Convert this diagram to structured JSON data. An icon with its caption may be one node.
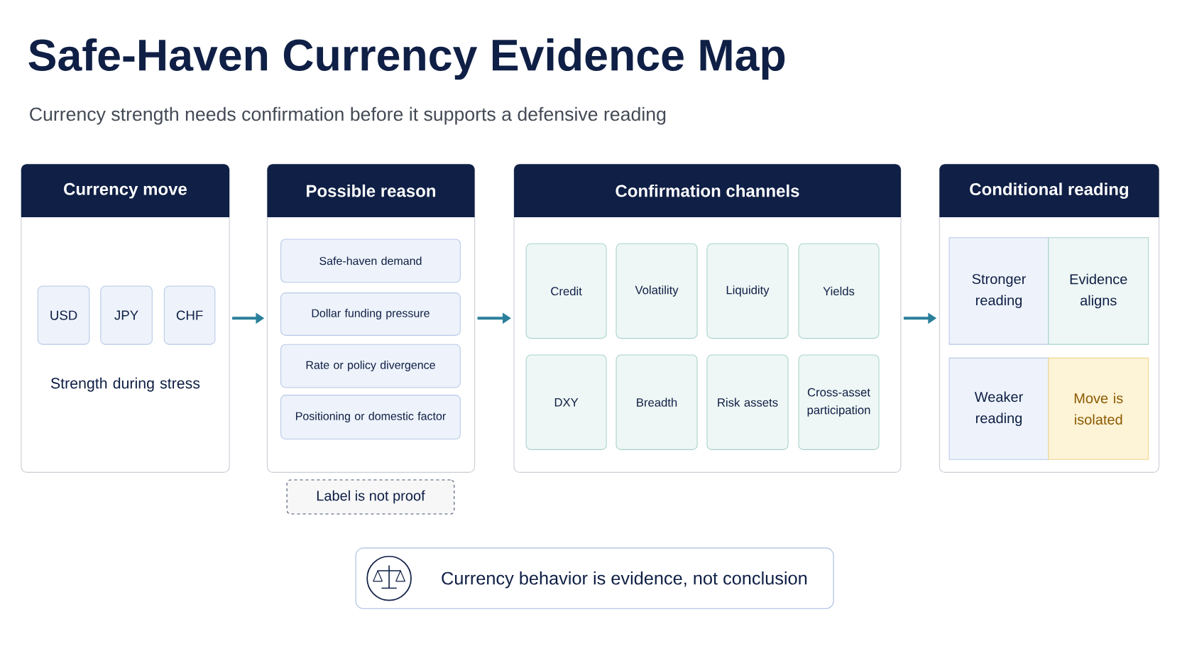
{
  "diagram": {
    "title": "Safe-Haven Currency Evidence Map",
    "caption": "Currency strength needs confirmation before it supports a defensive reading",
    "nodes": [
      {
        "text": [
          "Currency move",
          "Strength during stress"
        ]
      },
      {
        "text": [
          "USD"
        ],
        "in": 0
      },
      {
        "text": [
          "JPY"
        ],
        "in": 0
      },
      {
        "text": [
          "CHF"
        ],
        "in": 0
      },
      {
        "text": [
          "Possible reason"
        ]
      },
      {
        "text": [
          "Safe-haven demand"
        ],
        "in": 4
      },
      {
        "text": [
          "Dollar funding pressure"
        ],
        "in": 4
      },
      {
        "text": [
          "Rate or policy divergence"
        ],
        "in": 4
      },
      {
        "text": [
          "Positioning or domestic factor"
        ],
        "in": 4
      },
      {
        "text": [
          "Label is not proof"
        ]
      },
      {
        "text": [
          "Confirmation channels"
        ]
      },
      {
        "text": [
          "Credit"
        ],
        "in": 10
      },
      {
        "text": [
          "Volatility"
        ],
        "in": 10
      },
      {
        "text": [
          "Liquidity"
        ],
        "in": 10
      },
      {
        "text": [
          "Yields"
        ],
        "in": 10
      },
      {
        "text": [
          "DXY"
        ],
        "in": 10
      },
      {
        "text": [
          "Breadth"
        ],
        "in": 10
      },
      {
        "text": [
          "Risk assets"
        ],
        "in": 10
      },
      {
        "text": [
          "Cross-asset participation"
        ],
        "in": 10
      },
      {
        "text": [
          "Conditional reading"
        ]
      },
      {
        "text": [
          "Stronger reading"
        ],
        "in": 19
      },
      {
        "text": [
          "Evidence aligns"
        ],
        "in": 19
      },
      {
        "text": [
          "Weaker reading"
        ],
        "in": 19
      },
      {
        "text": [
          "Move is isolated"
        ],
        "in": 19
      },
      {
        "text": [
          "Currency behavior is evidence, not conclusion"
        ]
      }
    ],
    "edges": [
      {
        "from": 0,
        "to": 4,
        "arrow": "to"
      },
      {
        "from": 4,
        "to": 10,
        "arrow": "to"
      },
      {
        "from": 10,
        "to": 19,
        "arrow": "to"
      }
    ]
  }
}
